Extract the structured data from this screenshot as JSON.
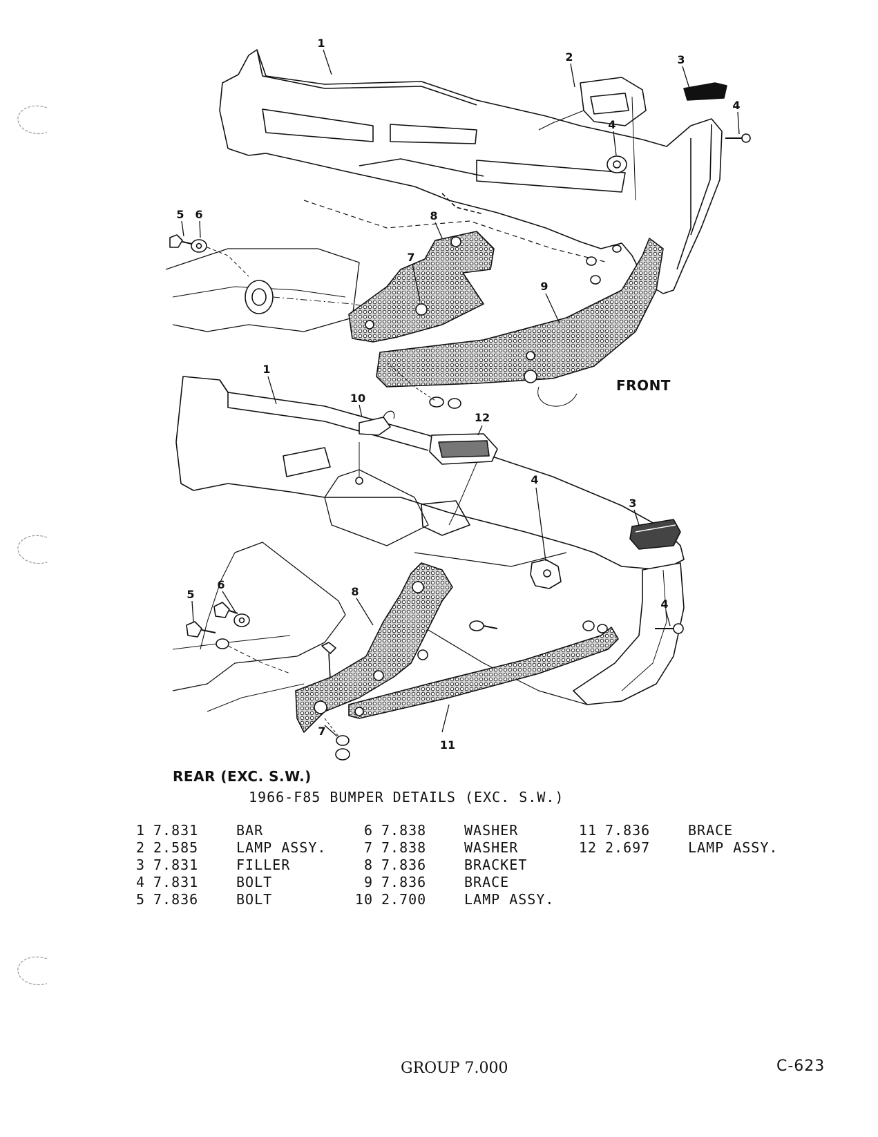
{
  "callouts": {
    "front": [
      "1",
      "2",
      "3",
      "4",
      "4",
      "5",
      "6",
      "8",
      "7",
      "9"
    ],
    "rear": [
      "1",
      "10",
      "12",
      "4",
      "3",
      "6",
      "5",
      "8",
      "4",
      "7",
      "11"
    ]
  },
  "labels": {
    "front": "FRONT",
    "rear": "REAR (EXC. S.W.)"
  },
  "caption": "1966-F85 BUMPER DETAILS (EXC. S.W.)",
  "parts": [
    {
      "num": "1",
      "group": "7.831",
      "name": "BAR"
    },
    {
      "num": "2",
      "group": "2.585",
      "name": "LAMP ASSY."
    },
    {
      "num": "3",
      "group": "7.831",
      "name": "FILLER"
    },
    {
      "num": "4",
      "group": "7.831",
      "name": "BOLT"
    },
    {
      "num": "5",
      "group": "7.836",
      "name": "BOLT"
    },
    {
      "num": "6",
      "group": "7.838",
      "name": "WASHER"
    },
    {
      "num": "7",
      "group": "7.838",
      "name": "WASHER"
    },
    {
      "num": "8",
      "group": "7.836",
      "name": "BRACKET"
    },
    {
      "num": "9",
      "group": "7.836",
      "name": "BRACE"
    },
    {
      "num": "10",
      "group": "2.700",
      "name": "LAMP ASSY."
    },
    {
      "num": "11",
      "group": "7.836",
      "name": "BRACE"
    },
    {
      "num": "12",
      "group": "2.697",
      "name": "LAMP ASSY."
    }
  ],
  "footer": {
    "group": "GROUP 7.000",
    "page": "C-623"
  }
}
